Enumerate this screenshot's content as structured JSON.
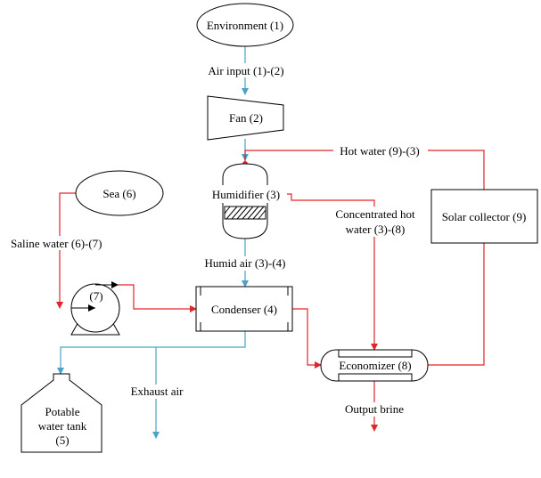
{
  "nodes": {
    "environment": "Environment (1)",
    "fan": "Fan (2)",
    "humidifier": "Humidifier (3)",
    "sea": "Sea (6)",
    "pump": "(7)",
    "condenser": "Condenser (4)",
    "economizer": "Economizer (8)",
    "solar_collector": "Solar collector (9)",
    "potable_tank": [
      "Potable",
      "water tank",
      "(5)"
    ]
  },
  "flows": {
    "air_input": "Air input (1)-(2)",
    "hot_water": "Hot water (9)-(3)",
    "saline_water": "Saline water (6)-(7)",
    "concentrated_hot_water": [
      "Concentrated hot",
      "water (3)-(8)"
    ],
    "humid_air": "Humid air (3)-(4)",
    "exhaust_air": "Exhaust air",
    "output_brine": "Output brine"
  },
  "colors": {
    "air_stream": "#4aa3c8",
    "water_stream": "#e0252b",
    "outline": "#000000"
  }
}
